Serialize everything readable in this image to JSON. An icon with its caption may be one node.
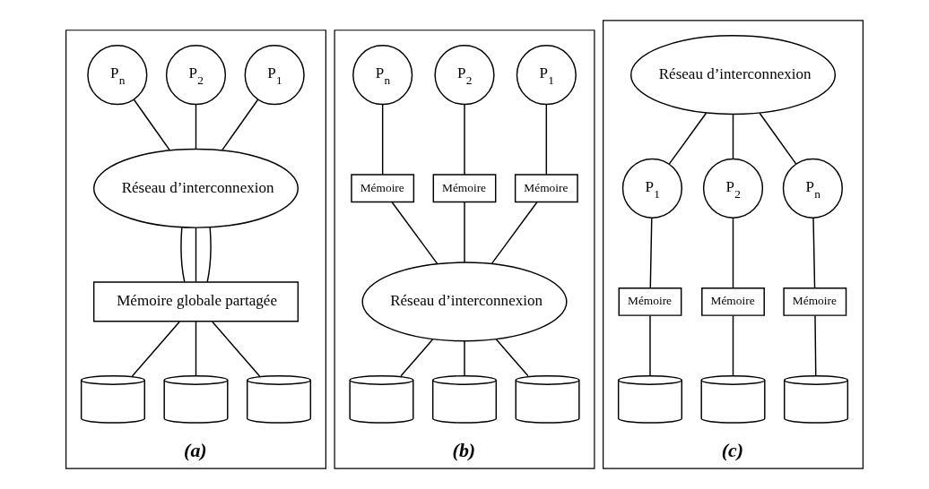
{
  "diagram": {
    "nodes": [
      {
        "text": [
          "(a)"
        ]
      },
      {
        "text": [
          "P$_{1}$"
        ],
        "in": 0
      },
      {
        "text": [
          "P$_{2}$"
        ],
        "in": 0
      },
      {
        "text": [
          "P$_{n}$"
        ],
        "in": 0
      },
      {
        "text": [
          "Réseau d’interconnexion"
        ],
        "in": 0
      },
      {
        "text": [
          "Mémoire globale partagée"
        ],
        "in": 0
      },
      {
        "text": [],
        "shape": "cylinder",
        "in": 0
      },
      {
        "text": [],
        "shape": "cylinder",
        "in": 0
      },
      {
        "text": [],
        "shape": "cylinder",
        "in": 0
      },
      {
        "text": [
          "(b)"
        ]
      },
      {
        "text": [
          "P$_{1}$"
        ],
        "in": 9
      },
      {
        "text": [
          "P$_{2}$"
        ],
        "in": 9
      },
      {
        "text": [
          "P$_{n}$"
        ],
        "in": 9
      },
      {
        "text": [
          "Mémoire"
        ],
        "in": 9
      },
      {
        "text": [
          "Mémoire"
        ],
        "in": 9
      },
      {
        "text": [
          "Mémoire"
        ],
        "in": 9
      },
      {
        "text": [
          "Réseau d’interconnexion"
        ],
        "in": 9
      },
      {
        "text": [],
        "shape": "cylinder",
        "in": 9
      },
      {
        "text": [],
        "shape": "cylinder",
        "in": 9
      },
      {
        "text": [],
        "shape": "cylinder",
        "in": 9
      },
      {
        "text": [
          "(c)"
        ]
      },
      {
        "text": [
          "Réseau d’interconnexion"
        ],
        "in": 20
      },
      {
        "text": [
          "P$_{1}$"
        ],
        "in": 20
      },
      {
        "text": [
          "P$_{2}$"
        ],
        "in": 20
      },
      {
        "text": [
          "P$_{n}$"
        ],
        "in": 20
      },
      {
        "text": [
          "Mémoire"
        ],
        "in": 20
      },
      {
        "text": [
          "Mémoire"
        ],
        "in": 20
      },
      {
        "text": [
          "Mémoire"
        ],
        "in": 20
      },
      {
        "text": [],
        "shape": "cylinder",
        "in": 20
      },
      {
        "text": [],
        "shape": "cylinder",
        "in": 20
      },
      {
        "text": [],
        "shape": "cylinder",
        "in": 20
      }
    ],
    "edges": [
      {
        "from": 1,
        "to": 4,
        "arrow": "none"
      },
      {
        "from": 2,
        "to": 4,
        "arrow": "none"
      },
      {
        "from": 3,
        "to": 4,
        "arrow": "none"
      },
      {
        "from": 4,
        "to": 5,
        "arrow": "none"
      },
      {
        "from": 4,
        "to": 5,
        "arrow": "none"
      },
      {
        "from": 4,
        "to": 5,
        "arrow": "none"
      },
      {
        "from": 5,
        "to": 6,
        "arrow": "none"
      },
      {
        "from": 5,
        "to": 7,
        "arrow": "none"
      },
      {
        "from": 5,
        "to": 8,
        "arrow": "none"
      },
      {
        "from": 10,
        "to": 13,
        "arrow": "none"
      },
      {
        "from": 11,
        "to": 14,
        "arrow": "none"
      },
      {
        "from": 12,
        "to": 15,
        "arrow": "none"
      },
      {
        "from": 13,
        "to": 16,
        "arrow": "none"
      },
      {
        "from": 14,
        "to": 16,
        "arrow": "none"
      },
      {
        "from": 15,
        "to": 16,
        "arrow": "none"
      },
      {
        "from": 16,
        "to": 17,
        "arrow": "none"
      },
      {
        "from": 16,
        "to": 18,
        "arrow": "none"
      },
      {
        "from": 16,
        "to": 19,
        "arrow": "none"
      },
      {
        "from": 21,
        "to": 22,
        "arrow": "none"
      },
      {
        "from": 21,
        "to": 23,
        "arrow": "none"
      },
      {
        "from": 21,
        "to": 24,
        "arrow": "none"
      },
      {
        "from": 22,
        "to": 25,
        "arrow": "none"
      },
      {
        "from": 23,
        "to": 26,
        "arrow": "none"
      },
      {
        "from": 24,
        "to": 27,
        "arrow": "none"
      },
      {
        "from": 25,
        "to": 28,
        "arrow": "none"
      },
      {
        "from": 26,
        "to": 29,
        "arrow": "none"
      },
      {
        "from": 27,
        "to": 30,
        "arrow": "none"
      }
    ]
  }
}
